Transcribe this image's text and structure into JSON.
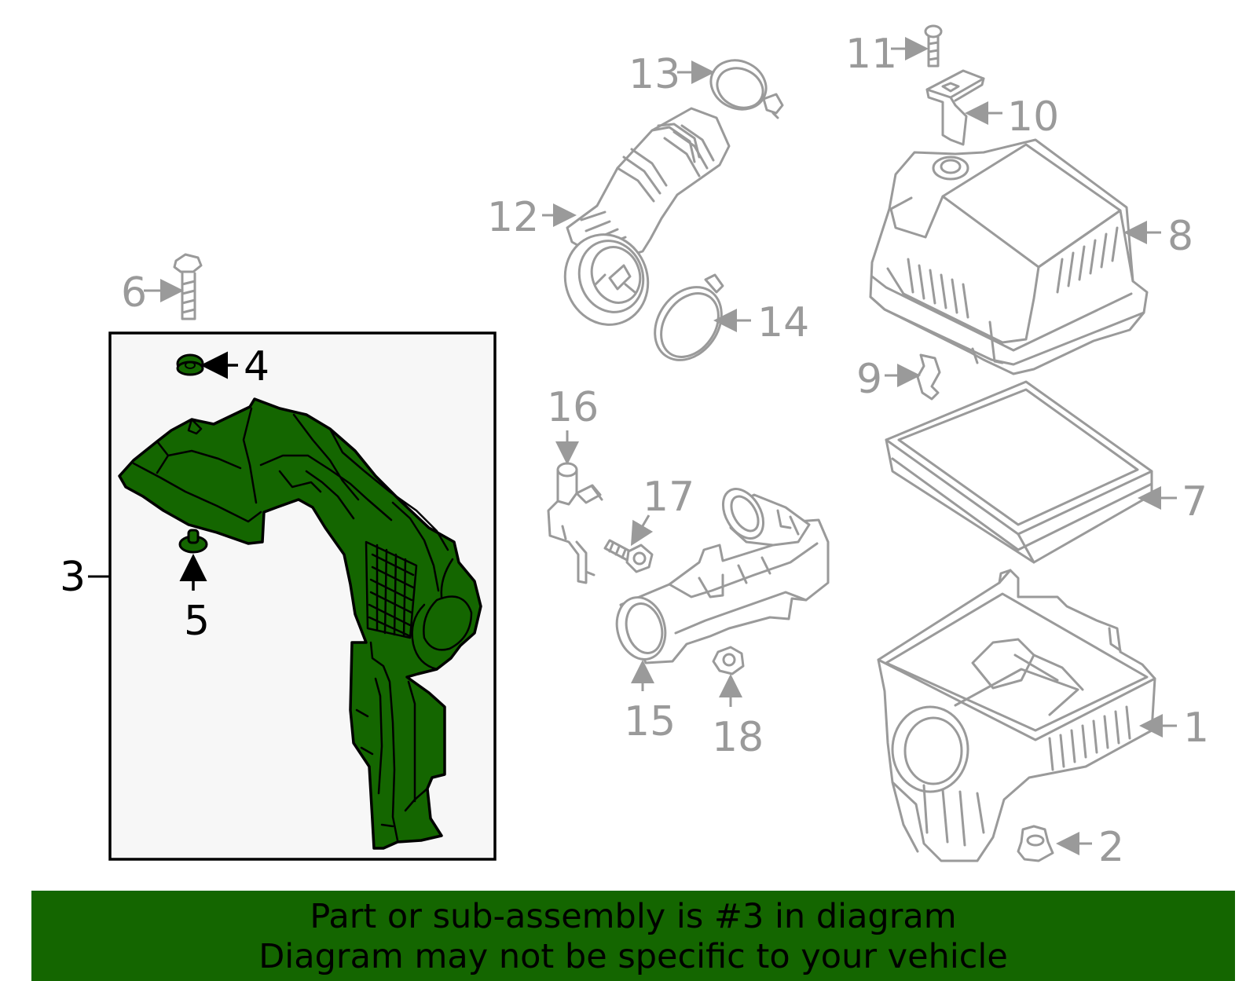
{
  "colors": {
    "highlight": "#146600",
    "outline_gray": "#9a9a9a",
    "banner_bg": "#146600",
    "box_bg": "#f7f7f7"
  },
  "highlighted_part": "3",
  "callouts": {
    "c1": "1",
    "c2": "2",
    "c3": "3",
    "c4": "4",
    "c5": "5",
    "c6": "6",
    "c7": "7",
    "c8": "8",
    "c9": "9",
    "c10": "10",
    "c11": "11",
    "c12": "12",
    "c13": "13",
    "c14": "14",
    "c15": "15",
    "c16": "16",
    "c17": "17",
    "c18": "18"
  },
  "banner": {
    "line1": "Part or sub-assembly is #3 in diagram",
    "line2": "Diagram may not be specific to your vehicle"
  }
}
